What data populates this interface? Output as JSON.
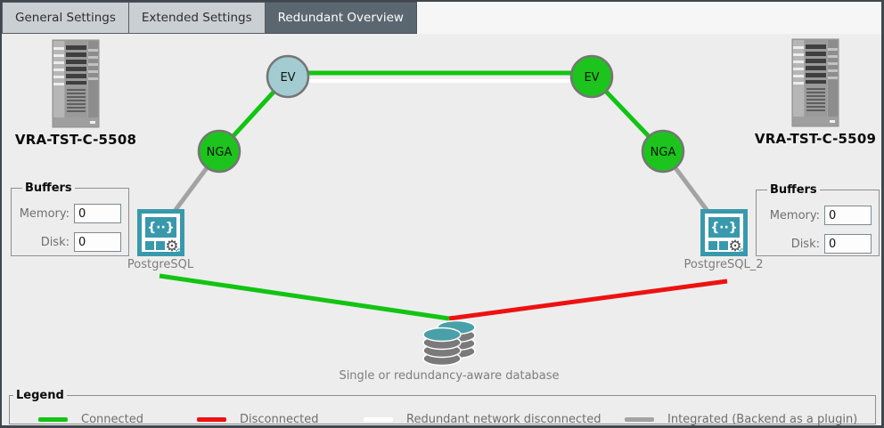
{
  "tabs": [
    {
      "label": "General Settings",
      "active": false
    },
    {
      "label": "Extended Settings",
      "active": false
    },
    {
      "label": "Redundant Overview",
      "active": true
    }
  ],
  "servers": {
    "left": {
      "name": "VRA-TST-C-5508"
    },
    "right": {
      "name": "VRA-TST-C-5509"
    }
  },
  "nodes": {
    "ev_left": {
      "label": "EV"
    },
    "ev_right": {
      "label": "EV"
    },
    "nga_left": {
      "label": "NGA"
    },
    "nga_right": {
      "label": "NGA"
    }
  },
  "postgres": {
    "left": {
      "label": "PostgreSQL"
    },
    "right": {
      "label": "PostgreSQL_2"
    }
  },
  "database": {
    "caption": "Single or redundancy-aware database"
  },
  "buffers_left": {
    "title": "Buffers",
    "memory_label": "Memory:",
    "memory_value": "0",
    "disk_label": "Disk:",
    "disk_value": "0"
  },
  "buffers_right": {
    "title": "Buffers",
    "memory_label": "Memory:",
    "memory_value": "0",
    "disk_label": "Disk:",
    "disk_value": "0"
  },
  "legend": {
    "title": "Legend",
    "items": [
      {
        "label": "Connected",
        "color": "#12c412"
      },
      {
        "label": "Disconnected",
        "color": "#ee1111"
      },
      {
        "label": "Redundant network disconnected",
        "color": "#ffffff"
      },
      {
        "label": "Integrated (Backend as a plugin)",
        "color": "#a3a3a3"
      }
    ]
  },
  "icons": {
    "postgres_glyph": "{··}",
    "gear_glyph": "⚙",
    "server_icon": "server-tower",
    "database_icon": "stacked-database"
  },
  "colors": {
    "connected_green": "#12c412",
    "disconnected_red": "#ee1111",
    "redundant_white": "#ffffff",
    "integrated_gray": "#a3a3a3",
    "node_green": "#1dc41d",
    "node_teal": "#a2ccd1",
    "node_border": "#757575",
    "icon_teal": "#3999ac",
    "db_top_teal": "#4aa0a8",
    "db_body_gray": "#7a7a7a"
  }
}
